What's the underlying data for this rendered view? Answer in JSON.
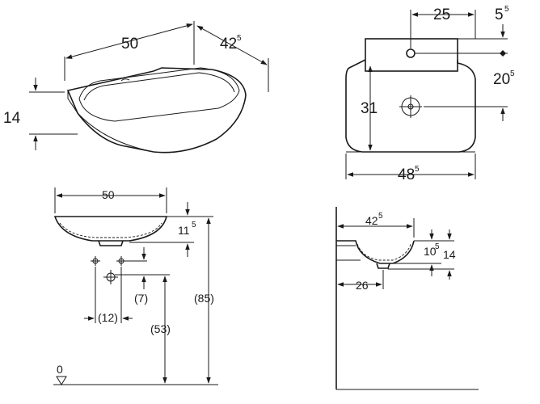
{
  "views": {
    "perspective": {
      "width": "50",
      "depth_main": "42",
      "depth_sup": "5",
      "height": "14"
    },
    "top": {
      "tap_offset": "25",
      "right_main": "5",
      "right_sup": "5",
      "depth_main": "20",
      "depth_sup": "5",
      "drain_height": "31",
      "width_main": "48",
      "width_sup": "5"
    },
    "front": {
      "width": "50",
      "bowl_main": "11",
      "bowl_sup": "5",
      "offset_7": "(7)",
      "offset_12": "(12)",
      "height_53": "(53)",
      "height_85": "(85)",
      "floor": "0"
    },
    "side": {
      "depth_main": "42",
      "depth_sup": "5",
      "rim_main": "10",
      "rim_sup": "5",
      "height": "14",
      "wall": "26"
    }
  }
}
